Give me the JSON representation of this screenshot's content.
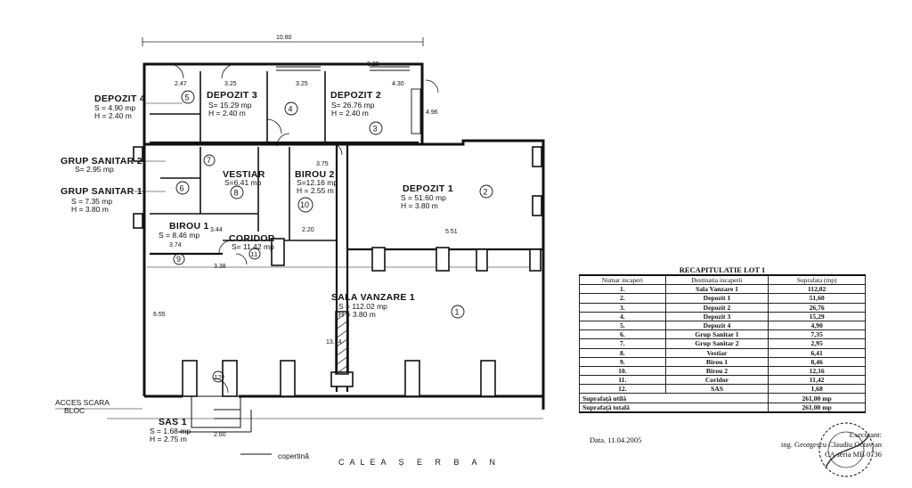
{
  "plan": {
    "overall_dimension": "10.80",
    "street_label": "CALEA   Ș E R B A N",
    "access_label": [
      "ACCES SCARA",
      "BLOC"
    ],
    "canopy_label": "copertină",
    "sas_width": "2.60",
    "rooms": {
      "depozit4": {
        "name": "DEPOZIT 4",
        "s": "S = 4.90 mp",
        "h": "H = 2.40 m",
        "num": "5"
      },
      "depozit3": {
        "name": "DEPOZIT 3",
        "s": "S= 15.29 mp",
        "h": "H = 2.40 m",
        "num": "4"
      },
      "depozit2": {
        "name": "DEPOZIT 2",
        "s": "S= 26.76 mp",
        "h": "H = 2.40 m",
        "num": "3"
      },
      "grupsanitar2": {
        "name": "GRUP SANITAR 2",
        "s": "S= 2.95 mp",
        "num": "7"
      },
      "grupsanitar1": {
        "name": "GRUP SANITAR 1",
        "s": "S = 7.35 mp",
        "h": "H = 3.80 m",
        "num": "6"
      },
      "vestiar": {
        "name": "VESTIAR",
        "s": "S=6.41 mp",
        "num": "8"
      },
      "birou2": {
        "name": "BIROU 2",
        "s": "S=12.16 mp",
        "h": "H = 2.55 m",
        "num": "10"
      },
      "depozit1": {
        "name": "DEPOZIT 1",
        "s": "S = 51.60 mp",
        "h": "H = 3.80 m",
        "num": "2"
      },
      "birou1": {
        "name": "BIROU 1",
        "s": "S = 8.46 mp",
        "num": "9"
      },
      "coridor": {
        "name": "CORIDOR",
        "s": "S= 11.42 mp",
        "num": "11"
      },
      "salavanzare": {
        "name": "SALA VANZARE 1",
        "s": "S = 112.02 mp",
        "h": "H = 3.80 m",
        "num": "1"
      },
      "sas": {
        "name": "SAS 1",
        "s": "S = 1.68 mp",
        "h": "H = 2.75 m",
        "num": "12"
      }
    }
  },
  "recap": {
    "title": "RECAPITULATIE LOT 1",
    "headers": [
      "Numar incaperi",
      "Destinatia incaperii",
      "Suprafata (mp)"
    ],
    "rows": [
      [
        "1.",
        "Sala Vanzare 1",
        "112,02"
      ],
      [
        "2.",
        "Depozit 1",
        "51,60"
      ],
      [
        "3.",
        "Depozit 2",
        "26,76"
      ],
      [
        "4.",
        "Depozit 3",
        "15,29"
      ],
      [
        "5.",
        "Depozit 4",
        "4,90"
      ],
      [
        "6.",
        "Grup Sanitar 1",
        "7,35"
      ],
      [
        "7.",
        "Grup Sanitar 2",
        "2,95"
      ],
      [
        "8.",
        "Vestiar",
        "6,41"
      ],
      [
        "9.",
        "Birou 1",
        "8,46"
      ],
      [
        "10.",
        "Birou 2",
        "12,16"
      ],
      [
        "11.",
        "Coridor",
        "11,42"
      ],
      [
        "12.",
        "SAS",
        "1,68"
      ]
    ],
    "useful_label": "Suprafaţă utilă",
    "useful_value": "261,00 mp",
    "total_label": "Suprafaţă totală",
    "total_value": "261,00 mp"
  },
  "footer": {
    "date": "Data. 11.04.2005",
    "executant_label": "Executant:",
    "executant_name": "ing. Georgescu Claudiu Octavian",
    "executant_series": "CA seria MB 0736"
  }
}
